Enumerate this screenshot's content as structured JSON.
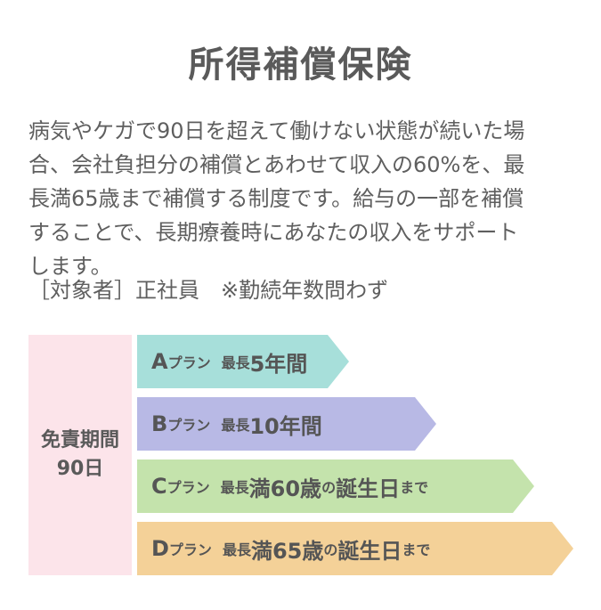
{
  "title": "所得補償保険",
  "description": {
    "lines": [
      "病気やケガで90日を超えて働けない状態が続いた場",
      "合、会社負担分の補償とあわせて収入の60%を、最",
      "長満65歳まで補償する制度です。給与の一部を補償",
      "することで、長期療養時にあなたの収入をサポート",
      "します。"
    ]
  },
  "target": "［対象者］正社員　※勤続年数問わず",
  "period": {
    "line1": "免責期間",
    "line2": "90日"
  },
  "plans": [
    {
      "letter": "A",
      "plan_word": "プラン",
      "prefix": "最長",
      "main": "5年間",
      "suffix": "",
      "color": "#a7dfda"
    },
    {
      "letter": "B",
      "plan_word": "プラン",
      "prefix": "最長",
      "main": "10年間",
      "suffix": "",
      "color": "#b8b9e5"
    },
    {
      "letter": "C",
      "plan_word": "プラン",
      "prefix": "最長",
      "main": "満60歳",
      "mid": "の",
      "main2": "誕生日",
      "suffix": "まで",
      "color": "#c4e3ac"
    },
    {
      "letter": "D",
      "plan_word": "プラン",
      "prefix": "最長",
      "main": "満65歳",
      "mid": "の",
      "main2": "誕生日",
      "suffix": "まで",
      "color": "#f4d198"
    }
  ]
}
